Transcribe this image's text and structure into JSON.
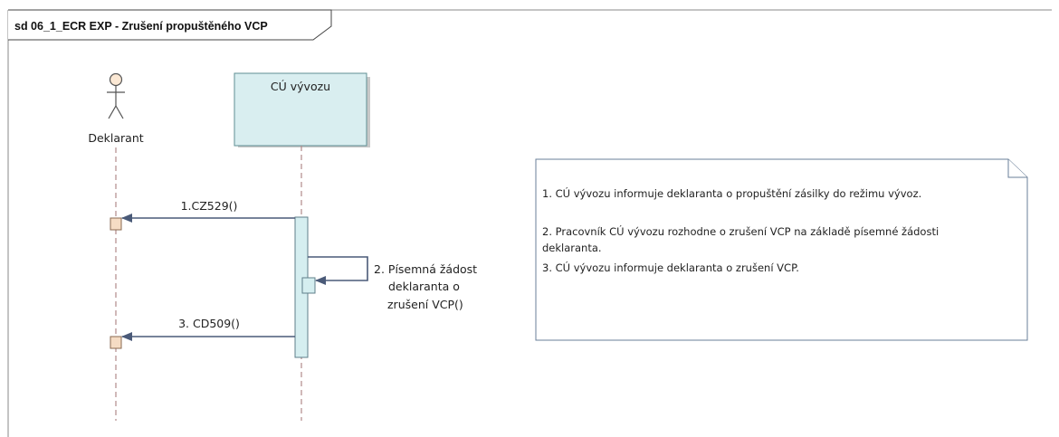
{
  "frame": {
    "title": "sd 06_1_ECR EXP - Zrušení propuštěného VCP"
  },
  "lifelines": {
    "actor": {
      "name": "Deklarant"
    },
    "object": {
      "name": "CÚ vývozu"
    }
  },
  "messages": [
    {
      "label": "1.CZ529()"
    },
    {
      "label_lines": [
        "2. Písemná žádost",
        "deklaranta o",
        "zrušení VCP()"
      ]
    },
    {
      "label": "3. CD509()"
    }
  ],
  "note": {
    "lines": [
      "1. CÚ vývozu informuje deklaranta o propuštění zásilky do režimu vývoz.",
      "",
      "2. Pracovník CÚ vývozu rozhodne o zrušení VCP na základě písemné žádosti",
      "deklaranta.",
      "3. CÚ vývozu informuje deklaranta o zrušení VCP."
    ]
  },
  "colors": {
    "lifeline_dash": "#b08a8a",
    "object_fill": "#d9eef0",
    "object_stroke": "#5f8f93",
    "activation_fill": "#d5eef0",
    "actor_activation_fill": "#f5dcc4",
    "arrow": "#4a5a78",
    "note_stroke": "#6a7f98"
  }
}
